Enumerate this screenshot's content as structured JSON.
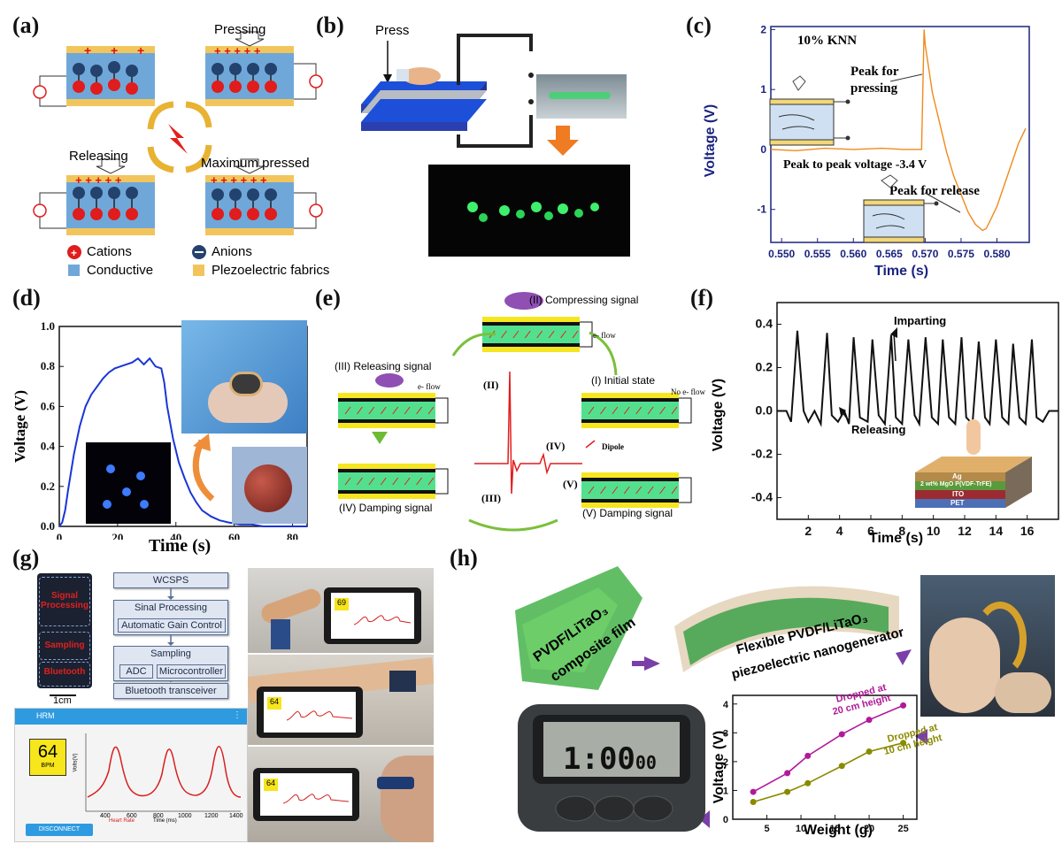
{
  "panels": {
    "a": {
      "label": "(a)",
      "pressing": "Pressing",
      "releasing": "Releasing",
      "max_pressed": "Maximum pressed",
      "legend": {
        "cations": "Cations",
        "anions": "Anions",
        "conductive": "Conductive",
        "plezo": "Plezoelectric fabrics"
      }
    },
    "b": {
      "label": "(b)",
      "press": "Press"
    },
    "c": {
      "label": "(c)",
      "title": "10% KNN",
      "peak_press": "Peak for pressing",
      "peak_press_l1": "Peak for",
      "peak_press_l2": "pressing",
      "ptp": "Peak to peak voltage -3.4 V",
      "peak_release": "Peak for release",
      "ylabel": "Voltage (V)",
      "xlabel": "Time (s)"
    },
    "d": {
      "label": "(d)",
      "ylabel": "Voltage (V)",
      "xlabel": "Time (s)"
    },
    "e": {
      "label": "(e)",
      "compressing": "(II) Compressing signal",
      "releasing": "(III) Releasing signal",
      "initial": "(I) Initial state",
      "damping4": "(IV) Damping signal",
      "damping5": "(V) Damping signal",
      "eflow": "e- flow",
      "noeflow": "No e- flow",
      "dipole": "Dipole",
      "II": "(II)",
      "III": "(III)",
      "IV": "(IV)",
      "V": "(V)"
    },
    "f": {
      "label": "(f)",
      "imparting": "Imparting",
      "releasing": "Releasing",
      "ylabel": "Voltage (V)",
      "xlabel": "Time (s)",
      "layers": [
        "Ag",
        "2 wt% MgO P(VDF-TrFE)",
        "ITO",
        "PET"
      ]
    },
    "g": {
      "label": "(g)",
      "board_labels": [
        "Signal Processing",
        "Sampling",
        "Bluetooth"
      ],
      "scale": "1cm",
      "flow": {
        "wcsps": "WCSPS",
        "sinal": "Sinal Processing",
        "agc": "Automatic Gain Control",
        "sampling": "Sampling",
        "adc": "ADC",
        "mcu": "Microcontroller",
        "bt": "Bluetooth transceiver"
      },
      "app": {
        "title": "HRM",
        "bpm": "64",
        "bpm_unit": "BPM",
        "disconnect": "DISCONNECT",
        "heart_rate": "Heart Rate",
        "xlabel": "Time (ms)",
        "ylabel": "Volts(V)",
        "xticks": [
          "400",
          "600",
          "800",
          "1000",
          "1200",
          "1400"
        ]
      },
      "phone_values": [
        "69",
        "64",
        "64"
      ]
    },
    "h": {
      "label": "(h)",
      "film_l1": "PVDF/LiTaO₃",
      "film_l2": "composite film",
      "flex_l1": "Flexible PVDF/LiTaO₃",
      "flex_l2": "piezoelectric nanogenerator",
      "clock": "1:00",
      "clock_small": "00",
      "drop20_l1": "Dropped at",
      "drop20_l2": "20 cm height",
      "drop10_l1": "Dropped at",
      "drop10_l2": "10 cm height",
      "ylabel": "Voltage (V)",
      "xlabel": "Weight (g)"
    }
  },
  "chart_data": [
    {
      "id": "c",
      "type": "line",
      "title": "10% KNN",
      "xlabel": "Time (s)",
      "ylabel": "Voltage (V)",
      "xlim": [
        0.5485,
        0.5845
      ],
      "ylim": [
        -1.55,
        2.05
      ],
      "xticks": [
        0.55,
        0.555,
        0.56,
        0.565,
        0.57,
        0.575,
        0.58
      ],
      "yticks": [
        -1,
        0,
        1,
        2
      ],
      "color": "#f08a1c",
      "x": [
        0.5485,
        0.552,
        0.556,
        0.56,
        0.564,
        0.567,
        0.5695,
        0.56985,
        0.57,
        0.5705,
        0.571,
        0.572,
        0.573,
        0.574,
        0.575,
        0.576,
        0.577,
        0.578,
        0.5785,
        0.579,
        0.58,
        0.581,
        0.582,
        0.583,
        0.584
      ],
      "y": [
        0.0,
        -0.02,
        0.02,
        0.0,
        0.02,
        0.0,
        0.0,
        2.0,
        1.75,
        1.35,
        0.95,
        0.45,
        -0.05,
        -0.45,
        -0.75,
        -1.05,
        -1.25,
        -1.35,
        -1.32,
        -1.2,
        -0.95,
        -0.6,
        -0.25,
        0.1,
        0.35
      ]
    },
    {
      "id": "d",
      "type": "line",
      "xlabel": "Time (s)",
      "ylabel": "Voltage (V)",
      "xlim": [
        0,
        85
      ],
      "ylim": [
        0,
        1.0
      ],
      "xticks": [
        0,
        20,
        40,
        60,
        80
      ],
      "yticks": [
        0.0,
        0.2,
        0.4,
        0.6,
        0.8,
        1.0
      ],
      "color": "#1a35d6",
      "x": [
        0,
        1,
        2,
        3,
        5,
        7,
        9,
        11,
        13,
        15,
        17,
        19,
        21,
        23,
        25,
        27,
        29,
        31,
        33,
        35,
        36,
        37,
        39,
        41,
        43,
        45,
        47,
        49,
        52,
        55,
        58,
        62,
        66,
        70,
        75,
        80,
        85
      ],
      "y": [
        0.0,
        0.02,
        0.08,
        0.18,
        0.36,
        0.5,
        0.6,
        0.66,
        0.7,
        0.74,
        0.77,
        0.79,
        0.8,
        0.81,
        0.82,
        0.84,
        0.81,
        0.84,
        0.8,
        0.79,
        0.72,
        0.6,
        0.44,
        0.32,
        0.24,
        0.17,
        0.12,
        0.08,
        0.05,
        0.03,
        0.02,
        0.01,
        0.01,
        0.0,
        0.0,
        0.0,
        0.0
      ]
    },
    {
      "id": "f",
      "type": "line",
      "xlabel": "Time (s)",
      "ylabel": "Voltage (V)",
      "xlim": [
        0,
        18
      ],
      "ylim": [
        -0.5,
        0.5
      ],
      "xticks": [
        2,
        4,
        6,
        8,
        10,
        12,
        14,
        16
      ],
      "yticks": [
        -0.4,
        -0.2,
        0.0,
        0.2,
        0.4
      ],
      "color": "#111111",
      "x": [
        0,
        0.6,
        0.9,
        1.3,
        1.7,
        2.0,
        2.4,
        2.8,
        3.2,
        3.5,
        3.9,
        4.3,
        4.6,
        4.9,
        5.3,
        5.8,
        6.1,
        6.5,
        6.9,
        7.3,
        7.6,
        8.0,
        8.4,
        8.8,
        9.1,
        9.5,
        9.9,
        10.3,
        10.6,
        11.0,
        11.4,
        11.8,
        12.1,
        12.5,
        12.9,
        13.3,
        13.6,
        14.0,
        14.4,
        14.8,
        15.1,
        15.5,
        15.9,
        16.3,
        16.6,
        17.0,
        17.4,
        18.0
      ],
      "y": [
        0.0,
        0.0,
        -0.05,
        0.37,
        0.0,
        -0.05,
        0.0,
        -0.06,
        0.36,
        -0.02,
        -0.05,
        0.0,
        -0.06,
        0.34,
        -0.03,
        -0.05,
        0.33,
        -0.02,
        -0.06,
        0.35,
        -0.03,
        -0.06,
        0.33,
        -0.02,
        -0.06,
        0.34,
        -0.03,
        -0.06,
        0.33,
        -0.03,
        -0.06,
        0.34,
        -0.03,
        -0.06,
        0.32,
        -0.03,
        -0.06,
        0.33,
        -0.03,
        -0.06,
        0.31,
        -0.03,
        -0.06,
        0.33,
        -0.03,
        -0.05,
        0.0,
        0.0
      ]
    },
    {
      "id": "h",
      "type": "line",
      "xlabel": "Weight (g)",
      "ylabel": "Voltage (V)",
      "xlim": [
        0,
        27
      ],
      "ylim": [
        0,
        4.3
      ],
      "xticks": [
        5,
        10,
        15,
        20,
        25
      ],
      "yticks": [
        0,
        1,
        2,
        3,
        4
      ],
      "series": [
        {
          "name": "Dropped at 20 cm height",
          "color": "#b0199a",
          "x": [
            3,
            8,
            11,
            16,
            20,
            25
          ],
          "y": [
            0.95,
            1.6,
            2.2,
            2.95,
            3.45,
            3.95
          ]
        },
        {
          "name": "Dropped at 10 cm height",
          "color": "#8a8a00",
          "x": [
            3,
            8,
            11,
            16,
            20,
            25
          ],
          "y": [
            0.6,
            0.95,
            1.25,
            1.85,
            2.35,
            2.65
          ]
        }
      ]
    }
  ]
}
